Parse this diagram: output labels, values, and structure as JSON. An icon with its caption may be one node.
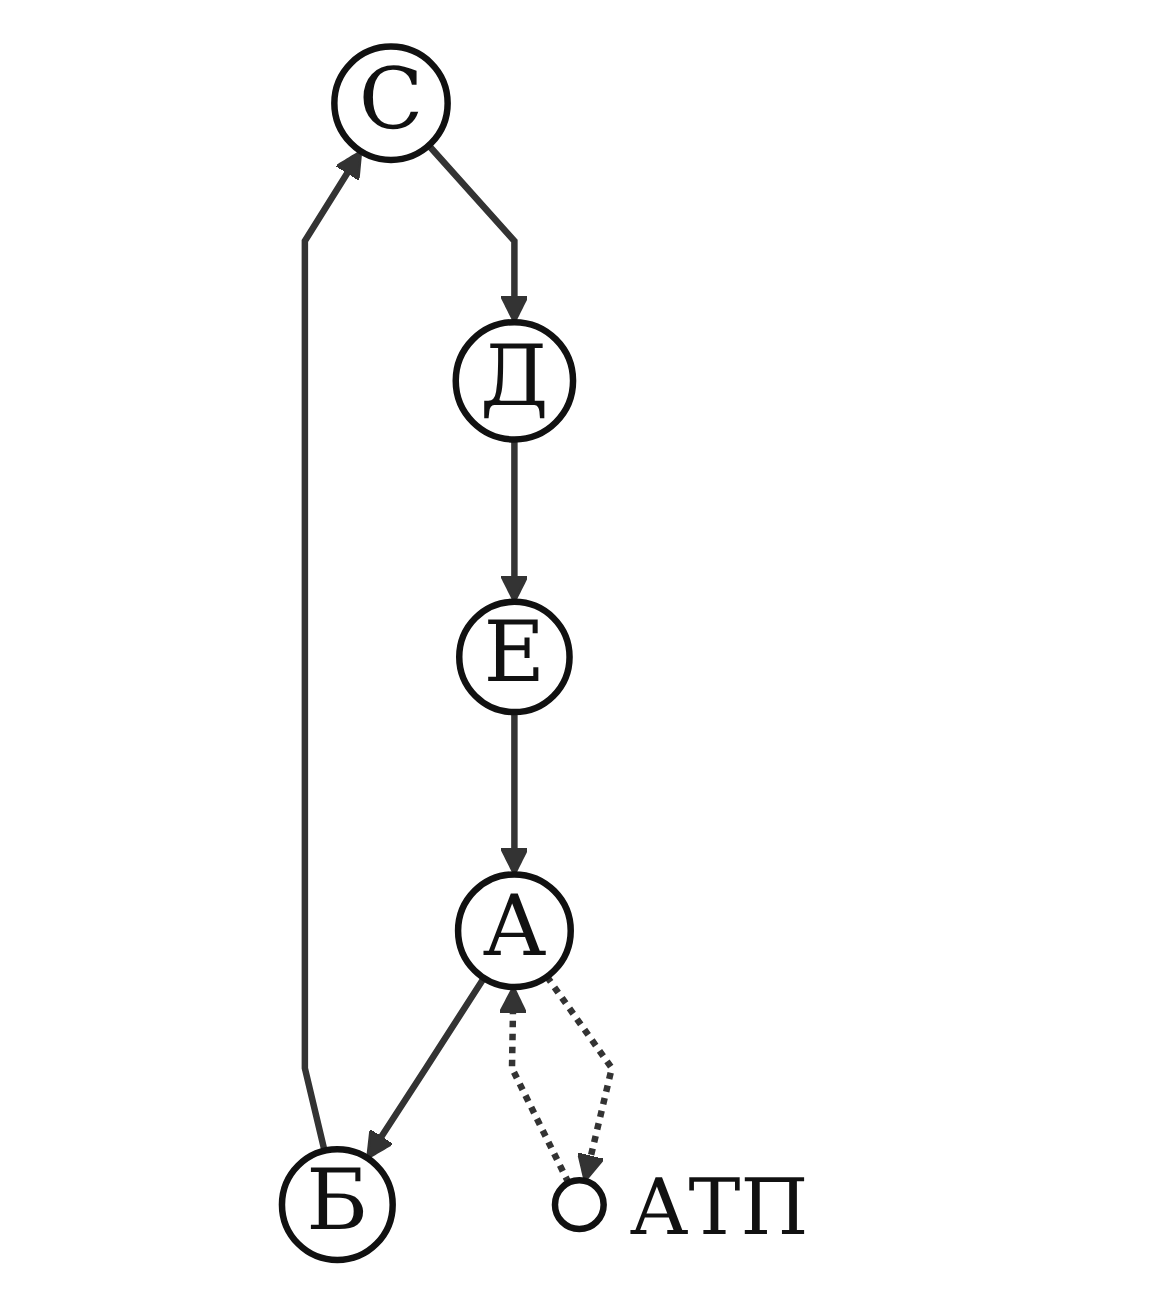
{
  "diagram": {
    "nodes": [
      {
        "text": [
          "С"
        ]
      },
      {
        "text": [
          "Б"
        ]
      },
      {
        "text": [
          "Д"
        ]
      },
      {
        "text": [
          "А"
        ]
      },
      {
        "text": [
          "Е"
        ]
      },
      {
        "text": [],
        "shape": "ellipse",
        "beside": [
          "АТП"
        ]
      }
    ],
    "edges": [
      {
        "from": 3,
        "to": 1,
        "arrow": "to"
      },
      {
        "from": 1,
        "to": 0,
        "arrow": "to"
      },
      {
        "from": 0,
        "to": 2,
        "arrow": "to"
      },
      {
        "from": 2,
        "to": 4,
        "arrow": "to"
      },
      {
        "from": 4,
        "to": 3,
        "arrow": "to"
      },
      {
        "from": 3,
        "to": 5,
        "arrow": "to",
        "style": "dashed"
      },
      {
        "from": 5,
        "to": 3,
        "arrow": "to",
        "style": "dashed"
      }
    ]
  }
}
